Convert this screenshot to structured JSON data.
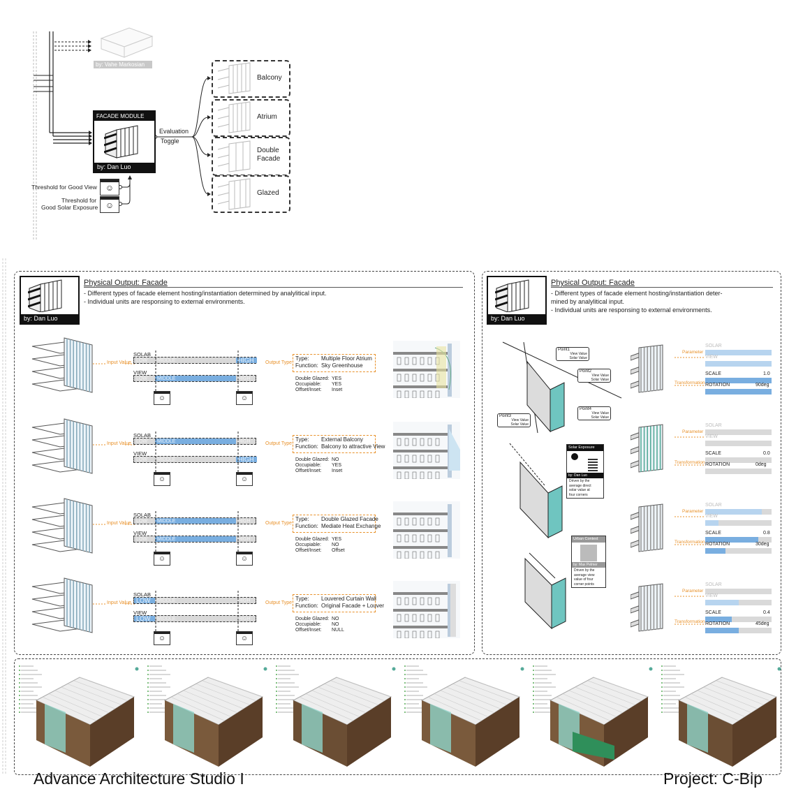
{
  "diagram": {
    "vahe_label": "by: Vahe Markosian",
    "facade_module": {
      "title": "FACADE MODULE",
      "author": "by: Dan Luo"
    },
    "evaluation_toggle": [
      "Evaluation",
      "Toggle"
    ],
    "threshold_view": "Threshold for Good View",
    "threshold_solar": [
      "Threshold for",
      "Good Solar Exposure"
    ],
    "options": [
      [
        "Balcony"
      ],
      [
        "Atrium"
      ],
      [
        "Double",
        "Facade"
      ],
      [
        "Glazed"
      ]
    ]
  },
  "left_panel": {
    "title": "Physical Output: Facade",
    "author": "by: Dan Luo",
    "bullets": [
      "- Different types of facade element hosting/instantiation determined by analylitical input.",
      "- Individual units are responsing to external environments."
    ],
    "input_label": "Input Value",
    "output_label": "Output Type",
    "solab": "SOLAB",
    "view": "VIEW",
    "low": "LOW",
    "middle": "MIDDLE",
    "high": "HIGH",
    "rows": [
      {
        "type_lbl": "Type:",
        "type": "Multiple Floor Atrium",
        "func_lbl": "Function:",
        "func": "Sky Greenhouse",
        "dg": "YES",
        "oc": "YES",
        "oi": "Inset",
        "solab_sel": 2,
        "view_sel": 1
      },
      {
        "type_lbl": "Type:",
        "type": "External Balcony",
        "func_lbl": "Function:",
        "func": "Balcony to attractive View",
        "dg": "NO",
        "oc": "YES",
        "oi": "Inset",
        "solab_sel": 1,
        "view_sel": 2
      },
      {
        "type_lbl": "Type:",
        "type": "Double Glazed Facade",
        "func_lbl": "Function:",
        "func": "Mediate Heat Exchange",
        "dg": "YES",
        "oc": "NO",
        "oi": "Offset",
        "solab_sel": 1,
        "view_sel": 1
      },
      {
        "type_lbl": "Type:",
        "type": "Louvered Curtain Wall",
        "func_lbl": "Function:",
        "func": "Original Facade + Louver",
        "dg": "NO",
        "oc": "NO",
        "oi": "NULL",
        "solab_sel": 0,
        "view_sel": 0
      }
    ],
    "dg_lbl": "Double Glazed:",
    "oc_lbl": "Occupiable:",
    "oi_lbl": "Offset/Inset:"
  },
  "right_panel": {
    "title": "Physical Output: Facade",
    "author": "by: Dan Luo",
    "bullets": [
      "- Different types of facade element hosting/instantiation deter-",
      "mined by analylitical input.",
      "- Individual units are responsing to external environments."
    ],
    "points": [
      {
        "name": "Point1",
        "l1": "View Value",
        "l2": "Solar Value"
      },
      {
        "name": "Point2",
        "l1": "View Value",
        "l2": "Solar Value"
      },
      {
        "name": "Point3",
        "l1": "View Value",
        "l2": "Solar Value"
      },
      {
        "name": "Point4",
        "l1": "View Value",
        "l2": "Solar Value"
      }
    ],
    "solar_card": {
      "title": "Solar Exposure",
      "author": "by: Dan Luo",
      "desc": [
        "Driven by the",
        "average direct",
        "solar value at",
        "four corners"
      ]
    },
    "urban_card": {
      "title": "Urban Context",
      "author": "by: Max Pelmer",
      "desc": [
        "Driven by the",
        "average view",
        "value of four",
        "corner points"
      ]
    },
    "param_lbl": "Parameter",
    "trans_lbl": "Transformation",
    "solar_lbl": "SOLAR",
    "view_lbl": "VIEW",
    "scale_lbl": "SCALE",
    "rot_lbl": "ROTATION",
    "rows": [
      {
        "solar": 1.0,
        "view": 1.0,
        "scale": "1.0",
        "rotation": "90deg",
        "scale_f": 1.0,
        "rot_f": 1.0
      },
      {
        "solar": 0.0,
        "view": 0.0,
        "scale": "0.0",
        "rotation": "0deg",
        "scale_f": 0.0,
        "rot_f": 0.0
      },
      {
        "solar": 0.85,
        "view": 0.2,
        "scale": "0.8",
        "rotation": "30deg",
        "scale_f": 0.8,
        "rot_f": 0.3
      },
      {
        "solar": 0.0,
        "view": 0.5,
        "scale": "0.4",
        "rotation": "45deg",
        "scale_f": 0.4,
        "rot_f": 0.5
      }
    ]
  },
  "footer": {
    "left": "Advance Architecture Studio I",
    "right": "Project: C-Bip"
  },
  "colors": {
    "accent": "#79aee0",
    "orange": "#e8912a",
    "teal": "#6fc5c0"
  }
}
